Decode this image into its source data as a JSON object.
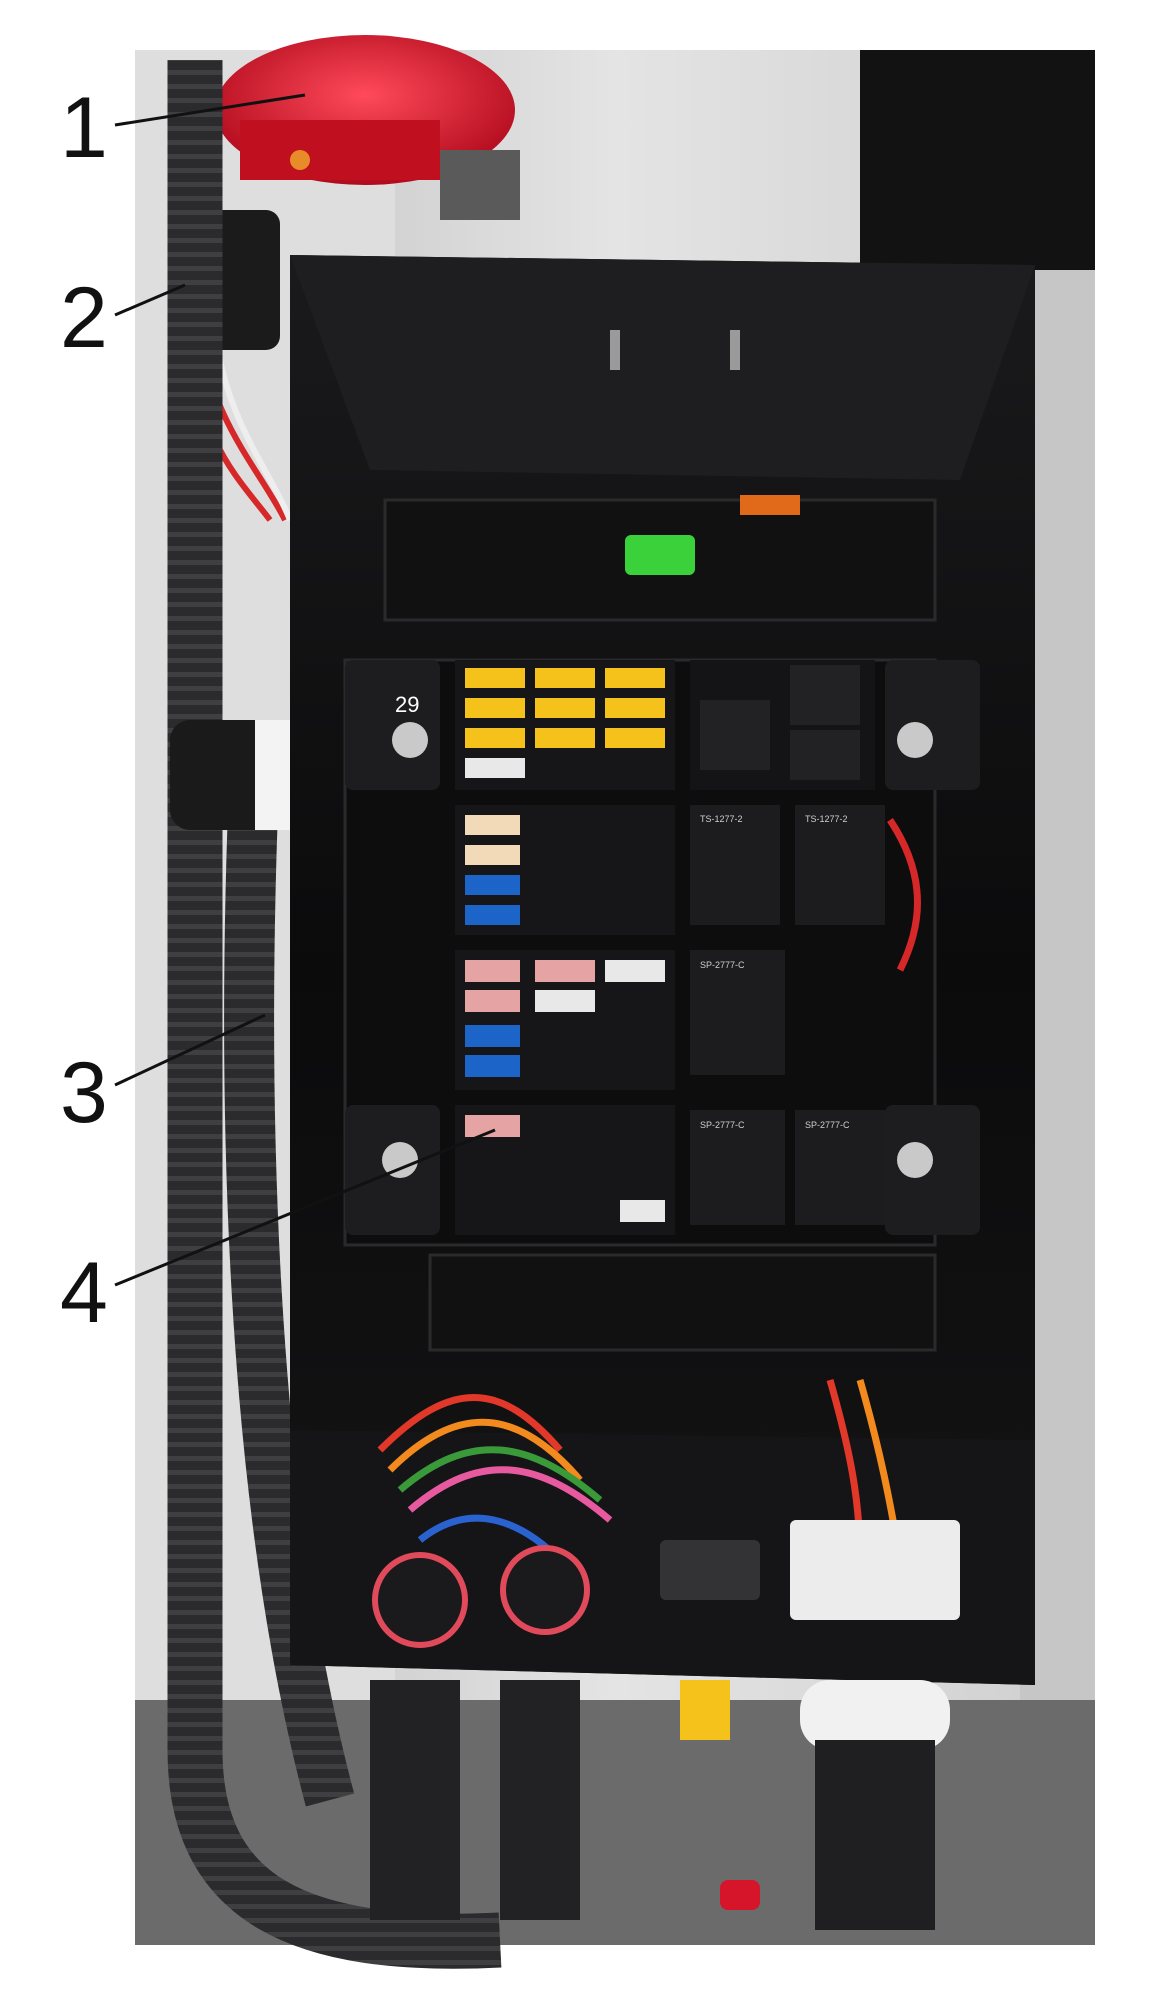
{
  "figure": {
    "callouts": [
      {
        "label": "1"
      },
      {
        "label": "2"
      },
      {
        "label": "3"
      },
      {
        "label": "4"
      }
    ],
    "bracket_label": "29",
    "relay_labels": [
      "TS-1277-2",
      "TS-1277-2",
      "SP-2777-C",
      "SP-2777-C",
      "SP-2777-C"
    ]
  },
  "colors": {
    "box_black": "#0f0f10",
    "beacon_red": "#d9142a",
    "fuse_yellow": "#f4c21a",
    "fuse_blue": "#1c64c8",
    "fuse_pink": "#e6a3a3",
    "connector_green": "#3ad13a",
    "wall_grey": "#d9d9d9"
  }
}
